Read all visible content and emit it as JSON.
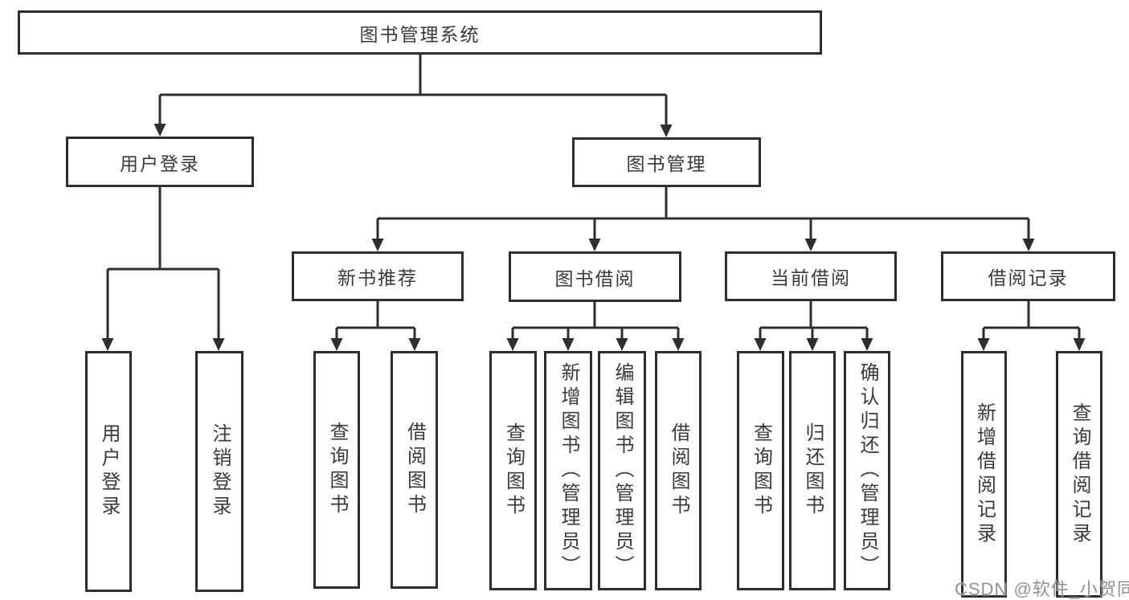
{
  "diagram": {
    "title": "图书管理系统",
    "tree": {
      "label": "图书管理系统",
      "children": [
        {
          "label": "用户登录",
          "children": [
            {
              "label": "用户登录"
            },
            {
              "label": "注销登录"
            }
          ]
        },
        {
          "label": "图书管理",
          "children": [
            {
              "label": "新书推荐",
              "children": [
                {
                  "label": "查询图书"
                },
                {
                  "label": "借阅图书"
                }
              ]
            },
            {
              "label": "图书借阅",
              "children": [
                {
                  "label": "查询图书"
                },
                {
                  "label": "新增图书（管理员）"
                },
                {
                  "label": "编辑图书（管理员）"
                },
                {
                  "label": "借阅图书"
                }
              ]
            },
            {
              "label": "当前借阅",
              "children": [
                {
                  "label": "查询图书"
                },
                {
                  "label": "归还图书"
                },
                {
                  "label": "确认归还（管理员）"
                }
              ]
            },
            {
              "label": "借阅记录",
              "children": [
                {
                  "label": "新增借阅记录"
                },
                {
                  "label": "查询借阅记录"
                }
              ]
            }
          ]
        }
      ]
    },
    "colors": {
      "background": "#ffffff",
      "line": "#2e2e2e",
      "text": "#3a3a3a",
      "watermark": "#8c8c8c"
    }
  },
  "watermark": {
    "text": "CSDN @软件_小贺同学"
  }
}
